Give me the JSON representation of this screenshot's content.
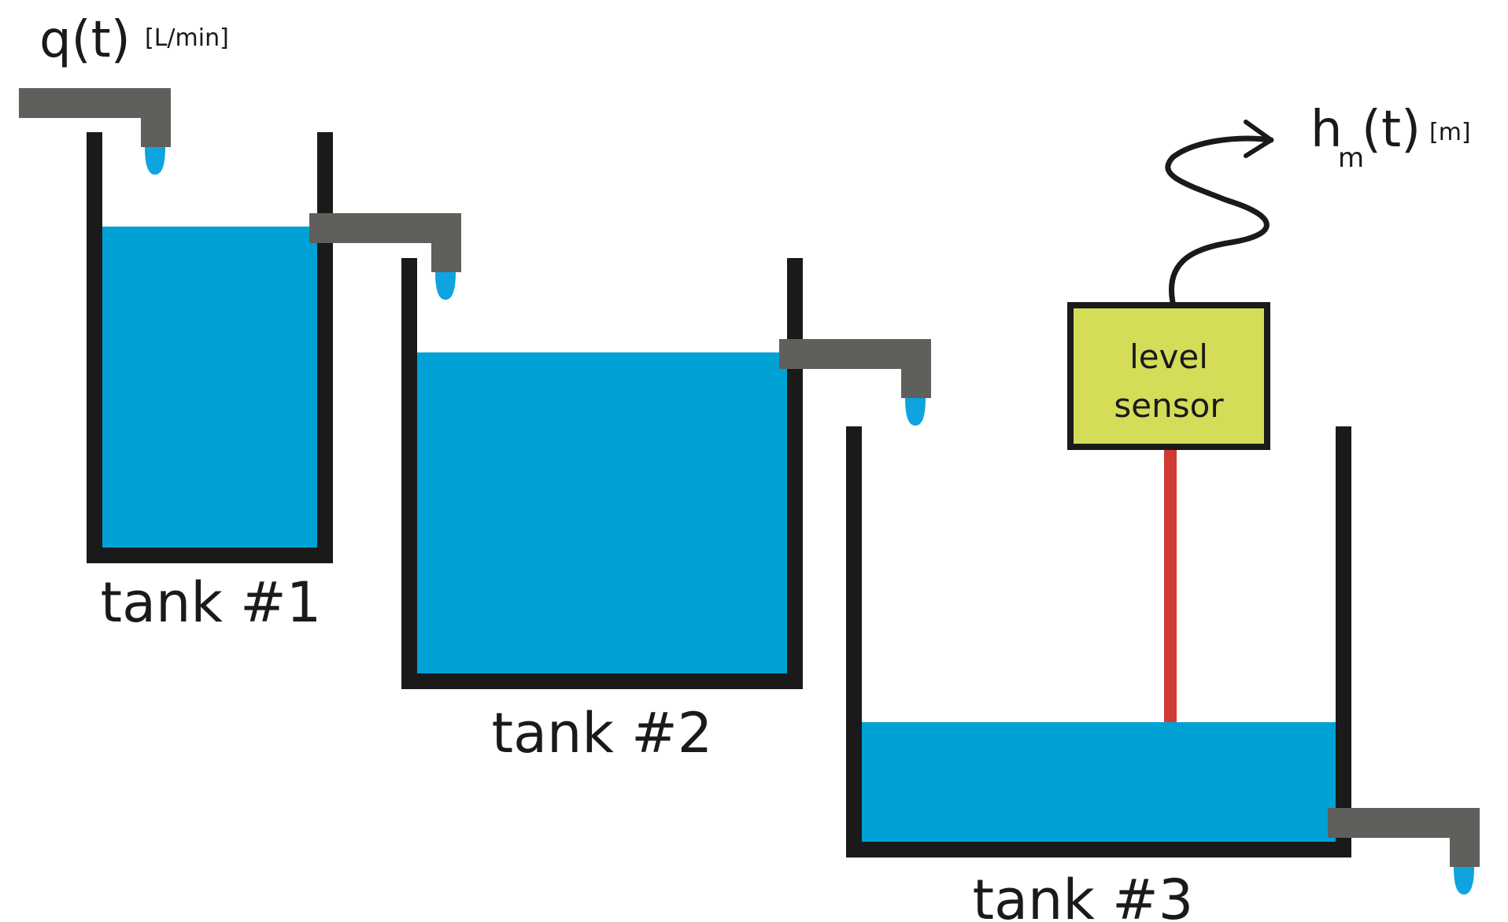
{
  "colors": {
    "water": "#00a1d4",
    "wall": "#1a1a1a",
    "pipe": "#5f5f5b",
    "sensor_fill": "#d4dc58",
    "sensor_rod": "#d03a35",
    "drop": "#0fa3e0"
  },
  "inflow": {
    "symbol": "q(t)",
    "unit": "[L/min]"
  },
  "output": {
    "symbol": "h",
    "subscript": "m",
    "arg": "(t)",
    "unit": "[m]"
  },
  "sensor": {
    "line1": "level",
    "line2": "sensor"
  },
  "tanks": [
    {
      "label": "tank #1"
    },
    {
      "label": "tank #2"
    },
    {
      "label": "tank #3"
    }
  ]
}
